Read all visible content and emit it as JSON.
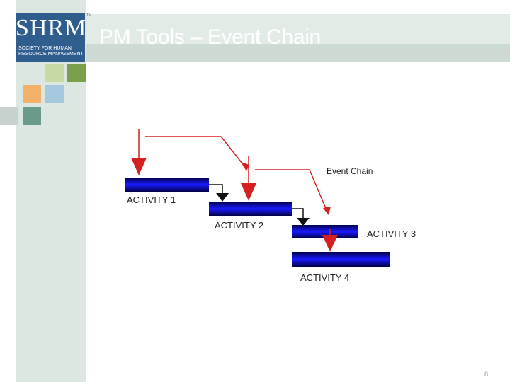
{
  "slide": {
    "title": "PM Tools – Event Chain",
    "page_number": "8"
  },
  "logo": {
    "letters": "SHRM",
    "tagline": "Society for Human Resource Management",
    "trademark": "TM"
  },
  "diagram": {
    "activities": [
      {
        "label": "ACTIVITY 1"
      },
      {
        "label": "ACTIVITY 2"
      },
      {
        "label": "ACTIVITY 3"
      },
      {
        "label": "ACTIVITY 4"
      }
    ],
    "event_chain_label": "Event Chain"
  },
  "colors": {
    "accent_blue": "#2f5d8d",
    "event_red": "#d42020",
    "bar_blue": "#1a1aff",
    "bar_dark": "#000033",
    "squares": [
      "#c9dba4",
      "#7aa14a",
      "#f2b06a",
      "#a6c8dc",
      "#c8d2ce",
      "#6a9a8a"
    ]
  }
}
